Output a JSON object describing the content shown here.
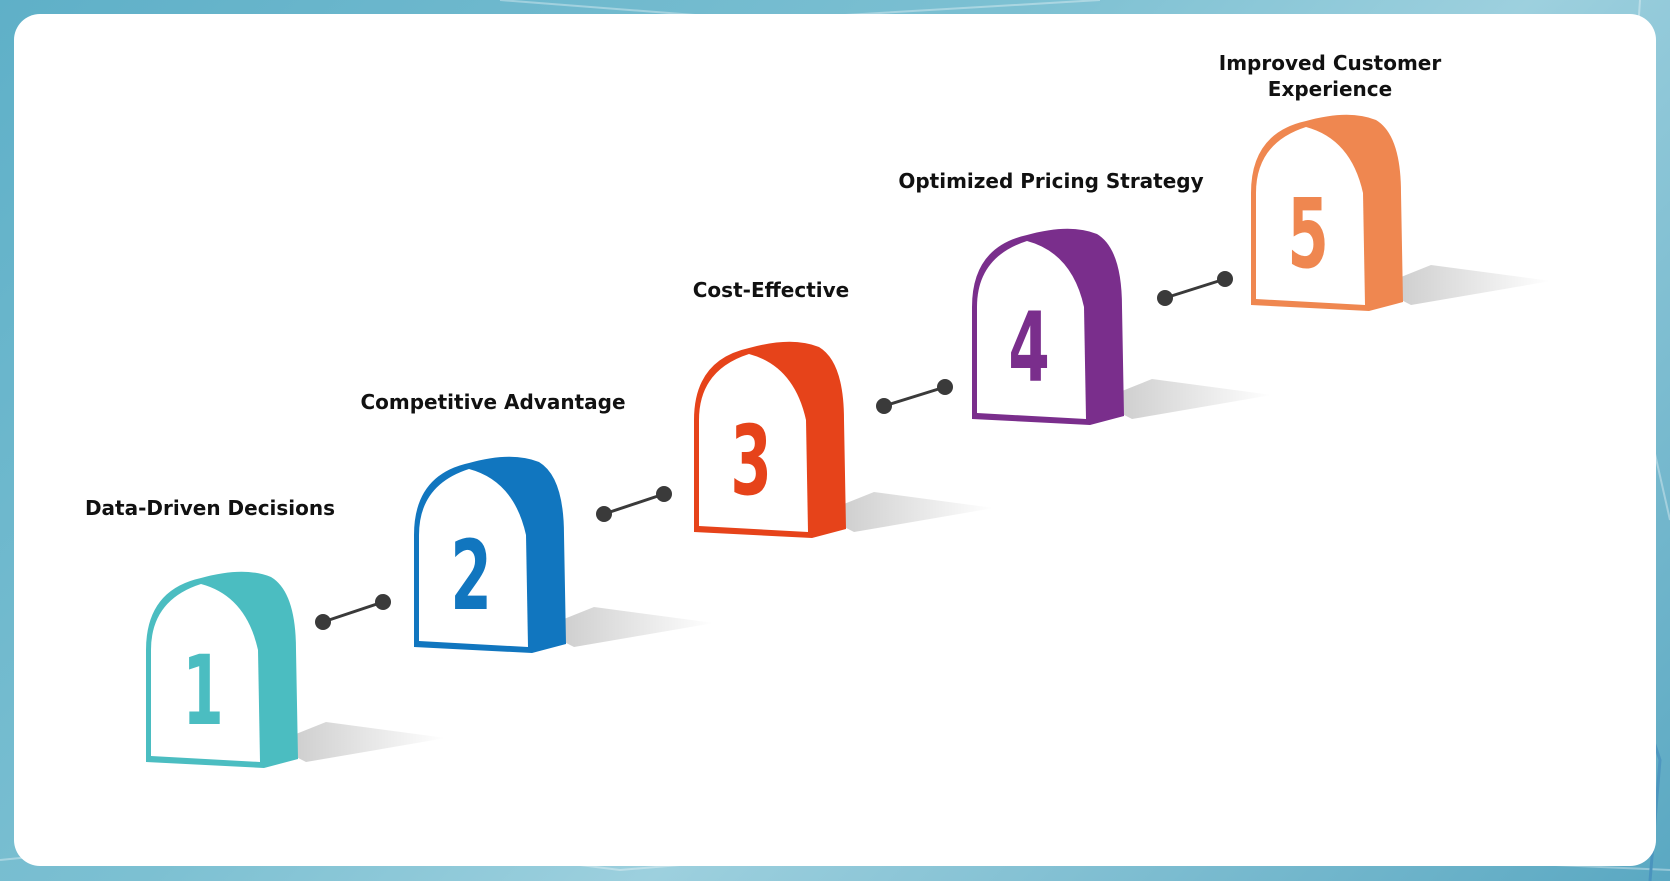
{
  "steps": [
    {
      "number": "1",
      "label": "Data-Driven Decisions",
      "color": "#4bbdc1"
    },
    {
      "number": "2",
      "label": "Competitive Advantage",
      "color": "#1176bf"
    },
    {
      "number": "3",
      "label": "Cost-Effective",
      "color": "#e6431a"
    },
    {
      "number": "4",
      "label": "Optimized Pricing Strategy",
      "color": "#7a2e8c"
    },
    {
      "number": "5",
      "label": "Improved Customer Experience",
      "color": "#ef8750"
    }
  ],
  "connector_color": "#3a3a3a"
}
